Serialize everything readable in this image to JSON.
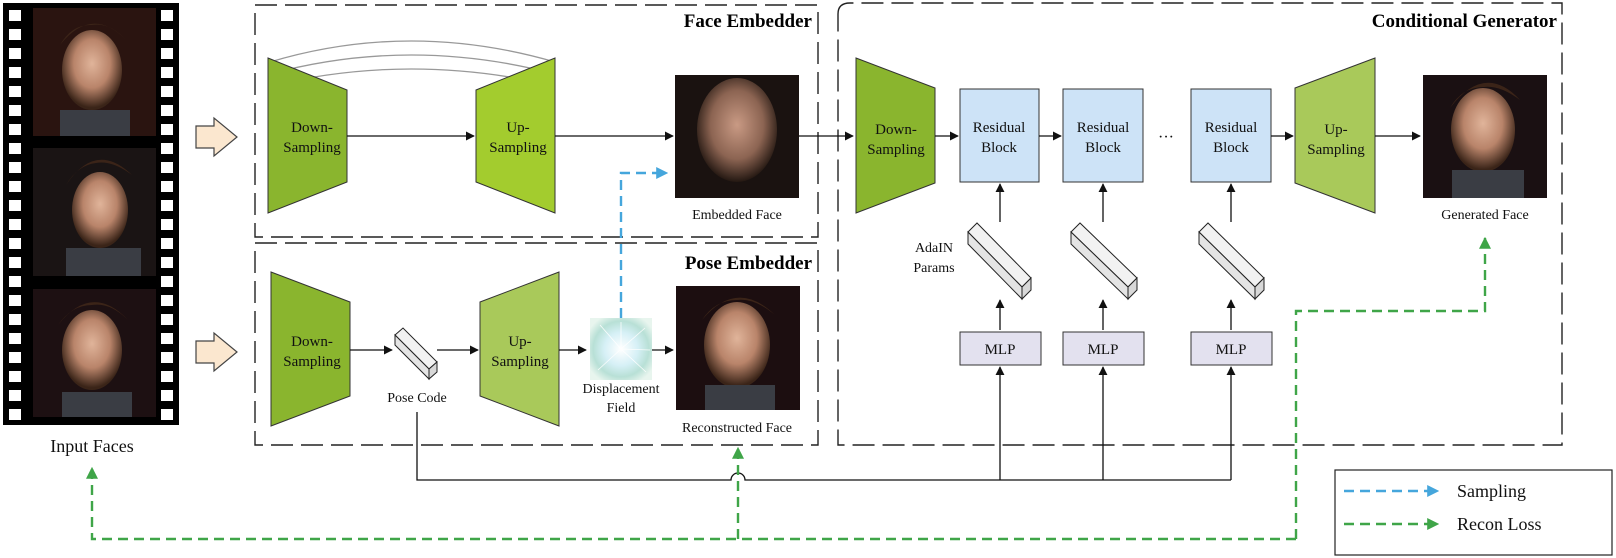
{
  "sections": {
    "face_embedder": "Face Embedder",
    "pose_embedder": "Pose Embedder",
    "conditional_generator": "Conditional Generator"
  },
  "blocks": {
    "down_sampling": [
      "Down-",
      "Sampling"
    ],
    "up_sampling": [
      "Up-",
      "Sampling"
    ],
    "residual_block": [
      "Residual",
      "Block"
    ],
    "mlp": "MLP",
    "ellipsis": "···"
  },
  "labels": {
    "input_faces": "Input Faces",
    "embedded_face": "Embedded Face",
    "reconstructed_face": "Reconstructed Face",
    "generated_face": "Generated Face",
    "pose_code": "Pose Code",
    "displacement_field_1": "Displacement",
    "displacement_field_2": "Field",
    "adain_params_1": "AdaIN",
    "adain_params_2": "Params"
  },
  "legend": {
    "sampling": "Sampling",
    "recon_loss": "Recon Loss"
  },
  "colors": {
    "trap_dark": "#8ab52e",
    "trap_light": "#a9c95a",
    "trap_bright": "#a3cc2e",
    "residual_fill": "#cde3f7",
    "mlp_fill": "#e3e1ef",
    "sampling_line": "#45a6dc",
    "recon_line": "#3fa548",
    "input_arrow_fill": "#fbe7cf"
  }
}
